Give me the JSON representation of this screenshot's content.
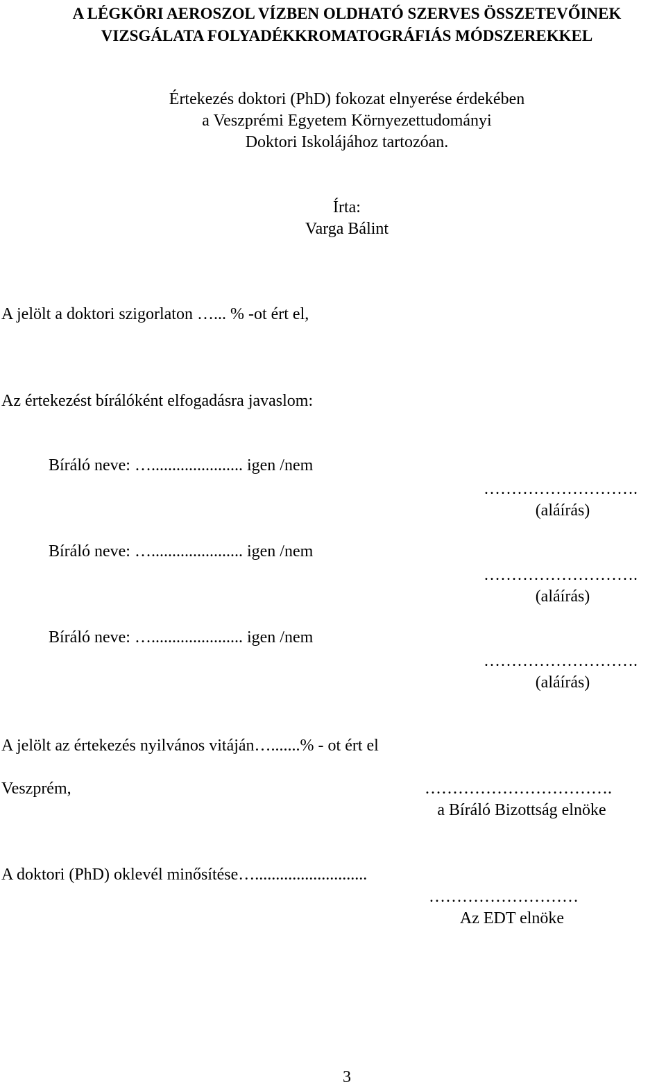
{
  "title": {
    "line1": "A LÉGKÖRI AEROSZOL VÍZBEN OLDHATÓ SZERVES ÖSSZETEVŐINEK",
    "line2": "VIZSGÁLATA FOLYADÉKKROMATOGRÁFIÁS MÓDSZEREKKEL"
  },
  "subtitle": {
    "line1": "Értekezés doktori (PhD) fokozat elnyerése érdekében",
    "line2": "a Veszprémi Egyetem Környezettudományi",
    "line3": "Doktori Iskolájához tartozóan."
  },
  "author": {
    "label": "Írta:",
    "name": "Varga Bálint"
  },
  "exam_line": "A jelölt a doktori szigorlaton …... % -ot ért el,",
  "recommend_line": "Az értekezést bírálóként elfogadásra javaslom:",
  "reviewers": [
    {
      "line": "Bíráló neve: …...................... igen /nem",
      "sig_dots": "……………………….",
      "sig_label": "(aláírás)"
    },
    {
      "line": "Bíráló neve: …...................... igen /nem",
      "sig_dots": "……………………….",
      "sig_label": "(aláírás)"
    },
    {
      "line": "Bíráló neve: …...................... igen /nem",
      "sig_dots": "……………………….",
      "sig_label": "(aláírás)"
    }
  ],
  "defense_line": "A jelölt az értekezés nyilvános vitáján….......% - ot ért el",
  "place": "Veszprém,",
  "committee_sig": {
    "dots": "…………………………….",
    "label": "a Bíráló Bizottság elnöke"
  },
  "diploma_line": "A doktori (PhD) oklevél minősítése…...........................",
  "edt_sig": {
    "dots": "………………………",
    "label": "Az EDT elnöke"
  },
  "page_number": "3"
}
